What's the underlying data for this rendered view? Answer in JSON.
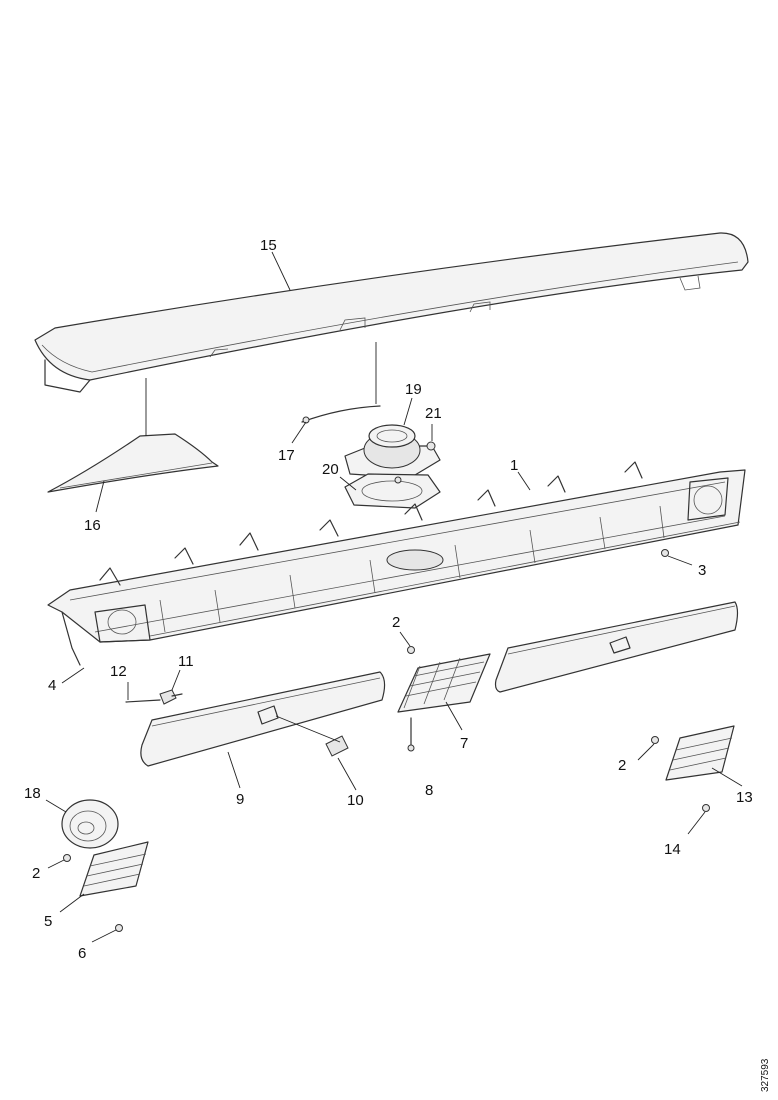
{
  "callouts": [
    "15",
    "19",
    "21",
    "17",
    "20",
    "1",
    "16",
    "3",
    "2",
    "4",
    "12",
    "11",
    "7",
    "9",
    "10",
    "8",
    "2",
    "13",
    "18",
    "14",
    "2",
    "5",
    "6"
  ],
  "reference_code": "327593"
}
